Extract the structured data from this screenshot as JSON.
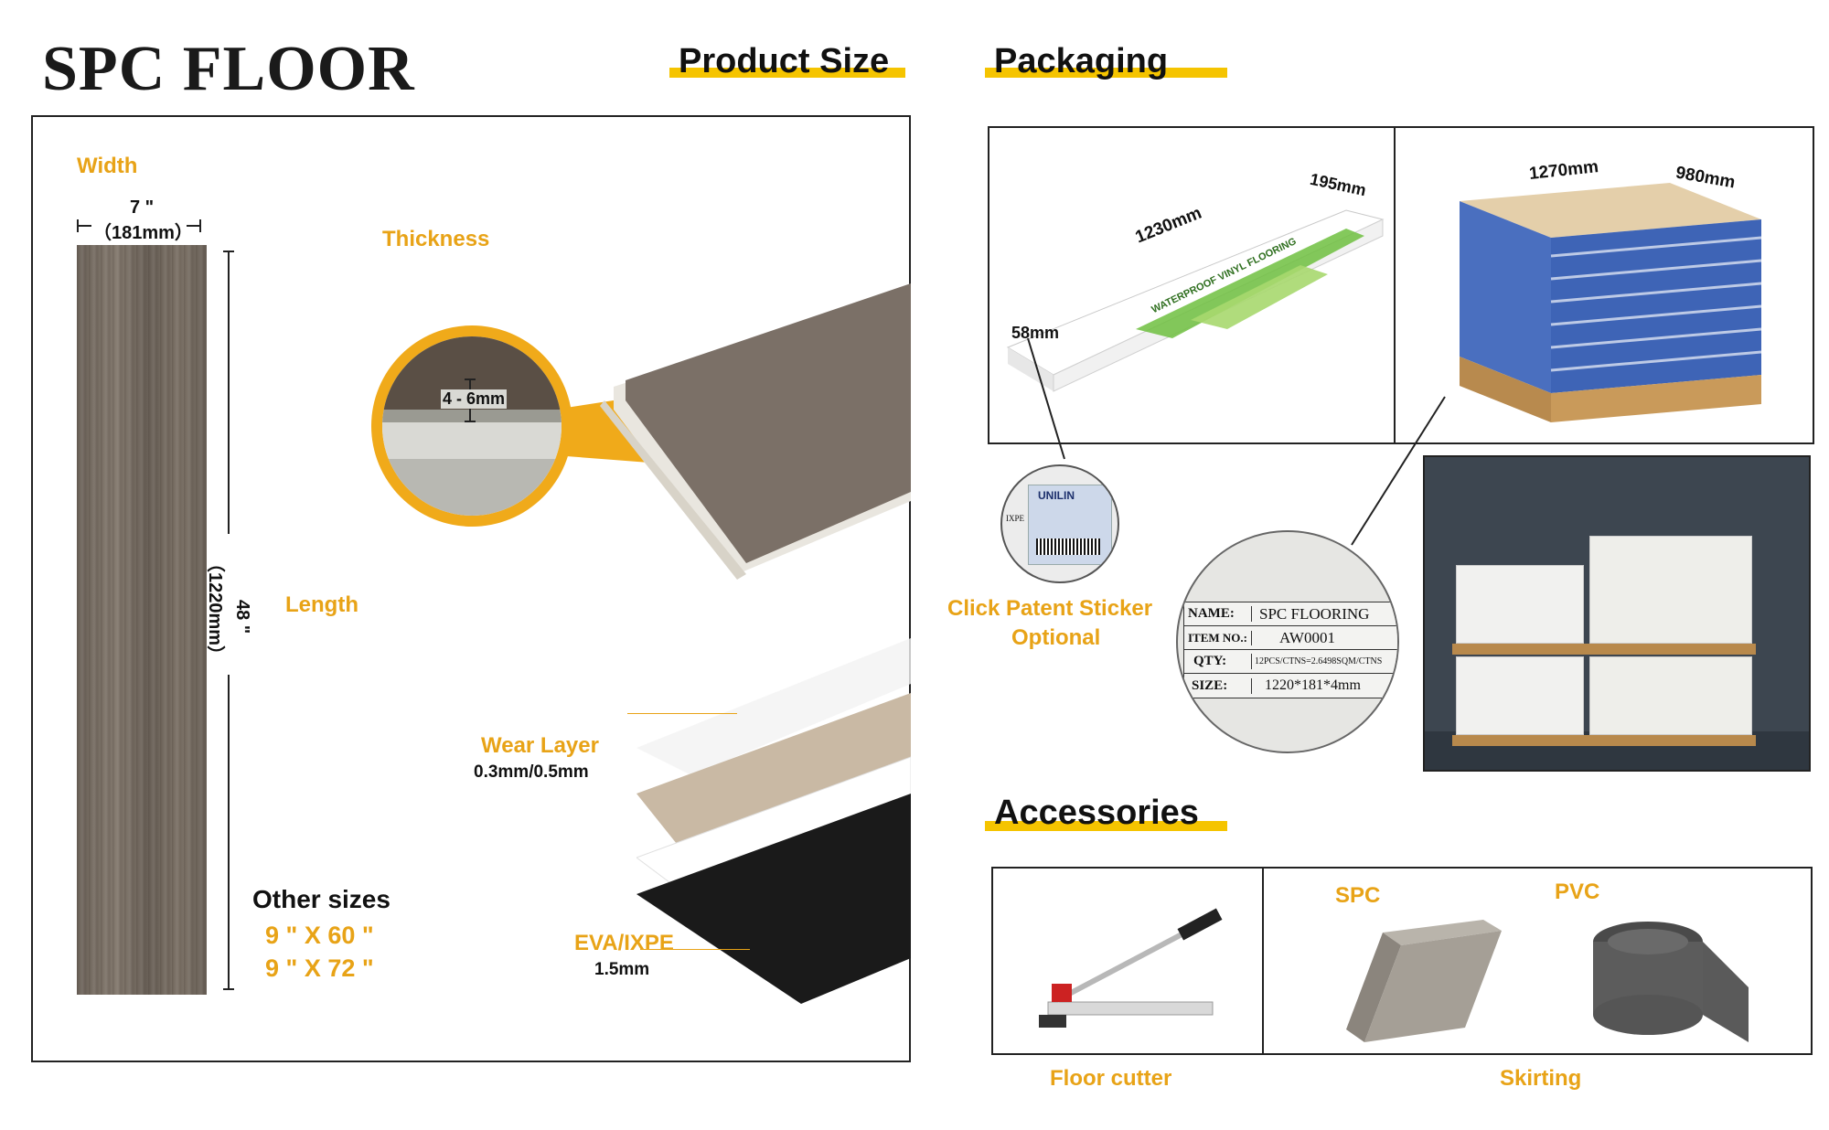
{
  "title": "SPC FLOOR",
  "sections": {
    "product_size": "Product Size",
    "packaging": "Packaging",
    "accessories": "Accessories"
  },
  "product": {
    "width_label": "Width",
    "width_in": "7 \"",
    "width_mm": "（181mm）",
    "length_label": "Length",
    "length_in": "48 \"",
    "length_mm": "（1220mm）",
    "thickness_label": "Thickness",
    "thickness_value": "4 - 6mm",
    "wear_layer_label": "Wear Layer",
    "wear_layer_value": "0.3mm/0.5mm",
    "eva_label": "EVA/IXPE",
    "eva_value": "1.5mm",
    "other_sizes_label": "Other sizes",
    "other_sizes": [
      "9 \" X 60 \"",
      "9 \" X 72 \""
    ]
  },
  "packaging": {
    "carton_length": "1230mm",
    "carton_width": "195mm",
    "carton_height": "58mm",
    "carton_print": "WATERPROOF VINYL FLOORING",
    "pallet_length": "1270mm",
    "pallet_width": "980mm",
    "sticker_brand": "UNILIN",
    "sticker_side": "IXPE",
    "sticker_caption_1": "Click Patent Sticker",
    "sticker_caption_2": "Optional",
    "label_rows": [
      {
        "key": "NAME:",
        "value": "SPC FLOORING"
      },
      {
        "key": "ITEM NO.:",
        "value": "AW0001"
      },
      {
        "key": "QTY:",
        "value": "12PCS/CTNS=2.6498SQM/CTNS"
      },
      {
        "key": "SIZE:",
        "value": "1220*181*4mm"
      }
    ]
  },
  "accessories": {
    "floor_cutter": "Floor cutter",
    "spc": "SPC",
    "pvc": "PVC",
    "skirting": "Skirting"
  },
  "colors": {
    "accent_gold": "#e8a317",
    "highlight_yellow": "#f5c400",
    "wood": "#7a7066"
  }
}
